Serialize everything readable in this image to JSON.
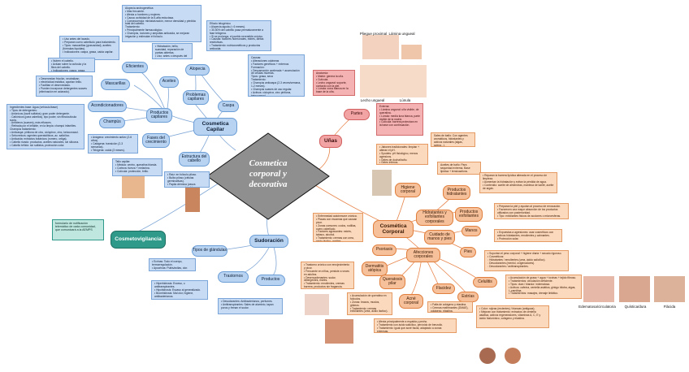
{
  "center": {
    "title_line1": "Cosmetica",
    "title_line2": "corporal y",
    "title_line3": "decorativa"
  },
  "main_nodes": {
    "capilar": "Cosmetica Capilar",
    "unas": "Uñas",
    "corporal": "Cosmética Corporal",
    "sudoracion": "Sudoración",
    "cosmetovigilancia": "Cosmetovigilancia"
  },
  "capilar_nodes": {
    "eficientes": "Eficientes",
    "aceites": "Aceites",
    "alopecia": "Alopecia",
    "mascarillas": "Mascarillas",
    "acondicionadores": "Acondicionadores",
    "champus": "Champús",
    "productos_capilares": "Productos capilares",
    "problemas_capilares": "Problemas capilares",
    "caspa": "Caspa",
    "fases_crecimiento": "Fases del crecimiento",
    "estructura_cabello": "Estructura del cabello"
  },
  "capilar_texts": {
    "eficientes": "• Uso antes del lavado.\n• Preparan cuero cabelludo para tratamiento.\n• Tipos: mascarillas (grasosidad), aceites (fórmulas líquidas).\n• Indicaciones: caspa, grasa, caída capilar.",
    "aceites": "• Hidratación, brillo, suavidad, reparación de puntas abiertas.\n• Uso: antes o después del lavado.",
    "alopecia_androgenetica": "Alopecia androgenética\n• Más frecuente.\n• Afecta a hombres y mujeres.\n• Causa: actividad de la 5-alfa reductasa.\n• Consecuencia: miniaturización, menor densidad y pérdida total del cabello.\nTratamiento:\n• Principalmente farmacológico.\n• Champús, lociones y ampollas anticaída, se mejoran irrigación y estimulan el folículo.",
    "alopecia_areata": "Efluvio telogénico\n• Alopecia aguda (< 6 meses).\n• 30-50% del cabello pasa prematuramente a fase telógena.\n• Si se prolonga, el pueblo reversible crónico.\n• Causas: factores hormonales, estrés, dietas restrictivas.\n• Tratamiento: nutricosméticos y productos anticaída.",
    "mascarillas": "• Nutren el cabello.\n• Actúan sobre la cutícula y la fibra del cabello.\n• Indicaciones: caspa, grasa, caída capilar.",
    "acondicionadores": "• Desenredan fricción, neutralizan.\n• electricidad estática, aportan brillo.\n• Facilitan el desenredado.\n• Pueden incorporar detergentes suaves (eliminación en aclarado).",
    "champus": "Ingredientes base: Agua (vehículo/base)\n• Tipos de detergentes:\n  ◦ Aniónicos (lauril sulfatos): gran poder detergente.\n  ◦ Catiónicos (para cabellos), tipo poder, sin fibra/cuticula sucia.\n  ◦ Anfóteros (suaves), más eficaces.\n  ◦ Retirada por el inflable, en la limpia: champú infantiles.\nChampús tratamiento:\n• Anticaspa: piritiona de cinc, ciclopirox, zinc, ketoconazol.\n• Seborreicos: agentes queratoliticos, ac. salicílico.\n• Anticaída: extractos botánicos (romero, ortiga).\n• Cabello rizado: productos, aceites naturales, sin silicona.\n• Cabello teñido: sin sulfatos, protección color.",
    "fases": "• Anágena: crecimiento activo (2-6 años).\n• Catágena: transición (2-3 semanas).\n• Telógena: caída (3 meses).",
    "estructura": "Tallo capilar:\n• Médula: centro, queratina blanda.\n• Corteza: fuerza + melanina.\n• Cutícula: protección, brillo.",
    "raiz": "• Raíz: en folículo piloso.\n• Bulbo piloso (células germinativas).\n• Papila dérmica (vasos sanguíneos y glándulas sebáceas).",
    "caspa": "Causas:\n• Alteraciones cutáneas\n• Factores genéticos + externos\nFormación:\n• Descamación acelerada + acumulación de células muertas.\nTipos: grasa, seca\nTratamiento:\n• Champús anticaspa (2-3 veces/semana, 1-2 meses).\n• Champús suaves de uso regular.\n• Activos: ciclopirox, zinc piritiona, ketoconazol.\n• Aceites esenciales."
  },
  "unas": {
    "partes": "Partes",
    "partes_text": "Anatomía:\n• Matriz: genera la uña.\n• Cutícula.\n• Lecho ungueal: soporte, contacto con la piel.\n• Lúnula: zona blanca en la base de la uña.",
    "estructura_text": "Externa:\n• Lámina ungueal: uña visible, de queratina.\n• Lúnula: media luna blanca, parte visible de la matriz.\n• Cutícula: barrera protectora en la base con continuación.",
    "img_labels": [
      "Pliegue proximal",
      "Lámina ungueal",
      "Lecho ungueal",
      "Lúnula"
    ]
  },
  "corporal_nodes": {
    "higiene": "Higiene corporal",
    "productos_hidratantes": "Productos hidratantes",
    "hidratantes_exfoliantes": "Hidratantes y exfoliantes corporales",
    "productos_exfoliantes": "Productos exfoliantes",
    "cuidado_manos": "Cuidado de manos y pies",
    "manos": "Manos",
    "pies": "Pies",
    "afecciones": "Afecciones corporales",
    "psoriasis": "Psoriasis",
    "dermatitis": "Dermatitis atópica",
    "queratosis": "Queratosis pilar",
    "acne": "Acné corporal",
    "estrias": "Estrías",
    "flacidez": "Flacidez",
    "celulitis": "Celulitis"
  },
  "corporal_texts": {
    "gel": "• Jabones tradicionales: limpian + alteran el pH.\n• Syndets: pH fisiológico, menos agresivos.\n• Geles de ducha/baño.\n• Geles íntimos.\n• Tensioactivos suaves.",
    "sales_bano": "Sales de baño: Con agentes aromáticos, hidratantes y activos naturales (algas, avena...).",
    "aceites_bano": "Aceites de baño: Para sequedad extrema. Base lipídica + tensioactivos.",
    "hidratantes": "• Reparan la barrera lipídica alterada en el proceso de limpieza.\n• Aumentan la hidratación y evitan la pérdida de agua.\n• Contenido: aceite de almendras, manteca de karité, aceite de argán.",
    "exfoliantes": "• Preparan la piel y ayudan al proceso de renovación.\n• Favorecen una mayor absorción de los productos utilizados con posterioridad.\n• Tipo: exfoliantes físicos de acciones o microesferas.",
    "manos": "• Expuestas a agresiones: usar cosméticos con activos hidratantes, emolientes y calmantes.\n• Protección solar.",
    "pies": "• Soportan el peso corporal + higiene diaria + secado riguroso.\n• Cosméticos:\n  ◦ Hidratantes / emolientes (urea, ácido salicílico).\n  ◦ Desodorantes (mentol, oxigenadores).\n  ◦ Desodorantes / antitranspirantes.",
    "psoriasis": "• Enfermedad autoinmune crónica.\n• Placas con escamas que causan picor.\n• Zonas comunes: codos, rodillas, cuero cabelludo.\n• Factores agravantes: estrés, tabaco, alcohol.\n• Tratamiento: cremas con urea, ácido láctico, aceites.",
    "dermatitis": "• Trastorno crónico con enrojecimiento y picor.\n• Frecuente en niños, persiste a veces en adultos.\n• Desencadenantes: sudor, detergentes, estrés.\n• Tratamiento: emolientes, cremas barrera, productos sin fragancia.",
    "queratosis": "• Acumulación de queratina en folículos.\n• Zonas: brazos, muslos, glúteos.\n• Tratamiento: cremas exfoliantes (urea, ácido láctico).",
    "acne": "• Afecta principalmente a espalda y pecho.\n• Tratamiento con ácido salicílico, peróxido de benzoilo.\n• Tratamiento: igual que acné facial, adaptado a zonas extensas.",
    "estrias": "• Color: rojizas (recientes) / blancas (antiguas).\n• Mejoran con tratamiento: extractos de centella asiática, activos regeneradores, vitaminas A, C, E y ácido hialurónico, colágeno y elastina.",
    "flacidez": "• Falta de colágeno y elastina.\n• Cremas reafirmantes (DMAE), colágeno, elastina.",
    "celulitis": "• Acumulación de grasa + agua + toxinas + tejido fibroso.\n• Tratamientos: circulación deficiente.\n• Tipos: dura / blanda / edematosa.\n• Activos: cafeína, centella asiática, ginkgo biloba, algas, L-carnitina.\n• Tratamientos: masajes, drenaje linfático."
  },
  "celulitis_types": [
    "Edematosa/circulatoria",
    "Quística/dura",
    "Flácida"
  ],
  "sudoracion_nodes": {
    "glandulas": "Tipos de glándulas",
    "trastornos": "Trastornos",
    "productos": "Productos"
  },
  "sudoracion_texts": {
    "glandulas": "• Ecrinas: Todo el cuerpo, termorregulación.\n• Apocrinas: Pubis/axilas, olor.",
    "trastornos": "• Hiperhidrosis: Exceso, o antitranspirantes.\n• Hipohidrosis: Escaso al generalizado.\n• Bromhidrosis: Mal olor, higiene, antibacterianos.",
    "productos": "• Desodorantes: Antibacterianos, perfumes.\n• Antitranspirantes: Sales de aluminio, tapan poros y frenan el sudor."
  },
  "cosmetovigilancia_text": "formulario de notificación telemático de cada comunidad, que comunicará a la AEMPS"
}
